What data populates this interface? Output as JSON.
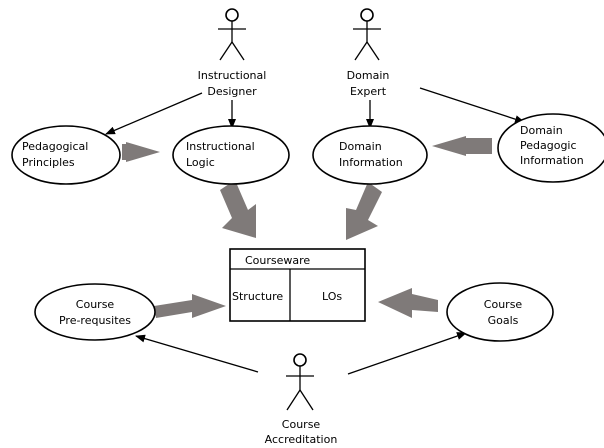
{
  "actors": {
    "designer": {
      "line1": "Instructional",
      "line2": "Designer"
    },
    "expert": {
      "line1": "Domain",
      "line2": "Expert"
    },
    "accreditation": {
      "line1": "Course",
      "line2": "Accreditation"
    }
  },
  "nodes": {
    "pedagogical": {
      "line1": "Pedagogical",
      "line2": "Principles"
    },
    "logic": {
      "line1": "Instructional",
      "line2": "Logic"
    },
    "domain_info": {
      "line1": "Domain",
      "line2": "Information"
    },
    "domain_ped": {
      "line1": "Domain",
      "line2": "Pedagogic",
      "line3": "Information"
    },
    "prereq": {
      "line1": "Course",
      "line2": "Pre-requsites"
    },
    "goals": {
      "line1": "Course",
      "line2": "Goals"
    }
  },
  "courseware": {
    "title": "Courseware",
    "left": "Structure",
    "right": "LOs"
  }
}
